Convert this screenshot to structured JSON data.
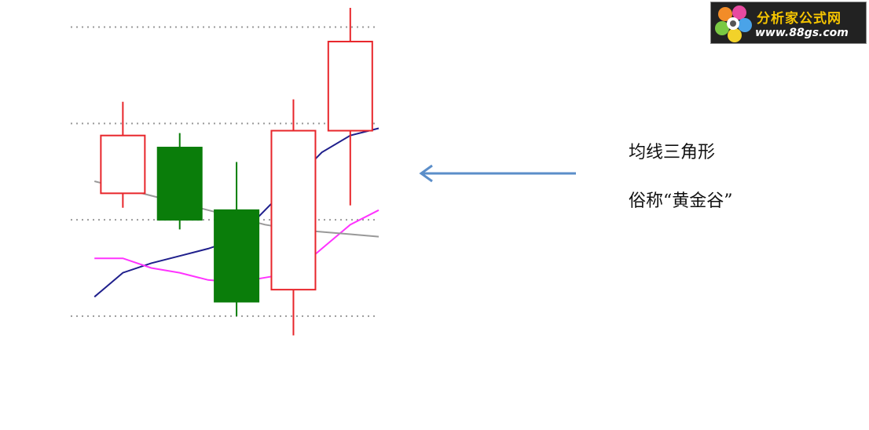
{
  "chart_data": {
    "type": "candlestick",
    "candles": [
      {
        "open": 42.75,
        "close": 48.75,
        "high": 52.25,
        "low": 41.25,
        "color": "red"
      },
      {
        "open": 47.5,
        "close": 40.0,
        "high": 49.0,
        "low": 39.0,
        "color": "green"
      },
      {
        "open": 41.0,
        "close": 31.5,
        "high": 46.0,
        "low": 30.0,
        "color": "green"
      },
      {
        "open": 32.75,
        "close": 49.25,
        "high": 52.5,
        "low": 28.0,
        "color": "red"
      },
      {
        "open": 49.25,
        "close": 58.5,
        "high": 62.0,
        "low": 41.5,
        "color": "red"
      }
    ],
    "moving_averages": [
      {
        "color": "#1f1f8c",
        "x": [
          0,
          0.5,
          1,
          1.5,
          2,
          2.5,
          3,
          3.5,
          4,
          4.5,
          5
        ],
        "y": [
          32.0,
          34.5,
          35.5,
          36.25,
          37.0,
          38.0,
          41.0,
          44.0,
          47.0,
          48.75,
          49.5
        ]
      },
      {
        "color": "#ff33ff",
        "x": [
          0,
          0.5,
          1,
          1.5,
          2,
          2.5,
          3,
          3.5,
          4,
          4.5,
          5
        ],
        "y": [
          36.0,
          36.0,
          35.0,
          34.5,
          33.75,
          33.5,
          34.0,
          34.5,
          37.0,
          39.5,
          41.0
        ]
      },
      {
        "color": "#999999",
        "x": [
          0,
          0.5,
          1,
          1.5,
          2,
          2.5,
          3,
          3.5,
          4,
          4.5,
          5
        ],
        "y": [
          44.0,
          43.25,
          42.5,
          41.75,
          41.0,
          40.25,
          39.5,
          39.0,
          38.75,
          38.5,
          38.25
        ]
      }
    ],
    "gridlines": [
      30,
      40,
      50,
      60
    ],
    "grid": true,
    "ylim": [
      26,
      62
    ],
    "xlim": [
      -0.5,
      5
    ]
  },
  "annotation": {
    "line1": "均线三角形",
    "line2": "俗称“黄金谷”",
    "arrow_color": "#5b8ec9"
  },
  "logo": {
    "title": "分析家公式网",
    "url": "www.88gs.com"
  }
}
